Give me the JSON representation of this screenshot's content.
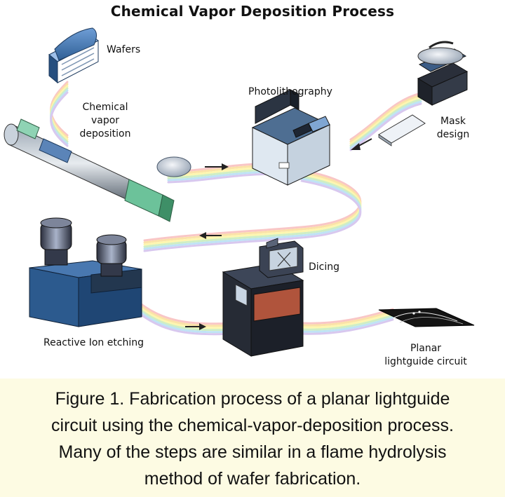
{
  "title": "Chemical Vapor Deposition Process",
  "labels": {
    "wafers": "Wafers",
    "cvd": [
      "Chemical",
      "vapor",
      "deposition"
    ],
    "photolithography": "Photolithography",
    "mask": [
      "Mask",
      "design"
    ],
    "dicing": "Dicing",
    "rie": "Reactive Ion etching",
    "planar": [
      "Planar",
      "lightguide circuit"
    ]
  },
  "caption": [
    "Figure 1. Fabrication process of a planar lightguide",
    "circuit using the chemical-vapor-deposition process.",
    "Many of the steps are similar in a flame hydrolysis",
    "method of wafer fabrication."
  ],
  "colors": {
    "rainbow": [
      "#f9c6c6",
      "#fbe2a8",
      "#fdf6b0",
      "#cfeec4",
      "#bfe3f5",
      "#d8c8ef"
    ],
    "equipment_blue": "#2f5f95",
    "equipment_dark": "#23374f",
    "caption_bg": "#fdfbe3",
    "furnace_green": "#6cc29a"
  },
  "icons": [
    "wafer-box-icon",
    "cvd-furnace-icon",
    "wafer-disc-icon",
    "photolithography-machine-icon",
    "mask-projector-icon",
    "mask-plate-icon",
    "etching-machine-icon",
    "dicing-machine-icon",
    "lightguide-chip-icon",
    "flow-arrow-icon"
  ]
}
